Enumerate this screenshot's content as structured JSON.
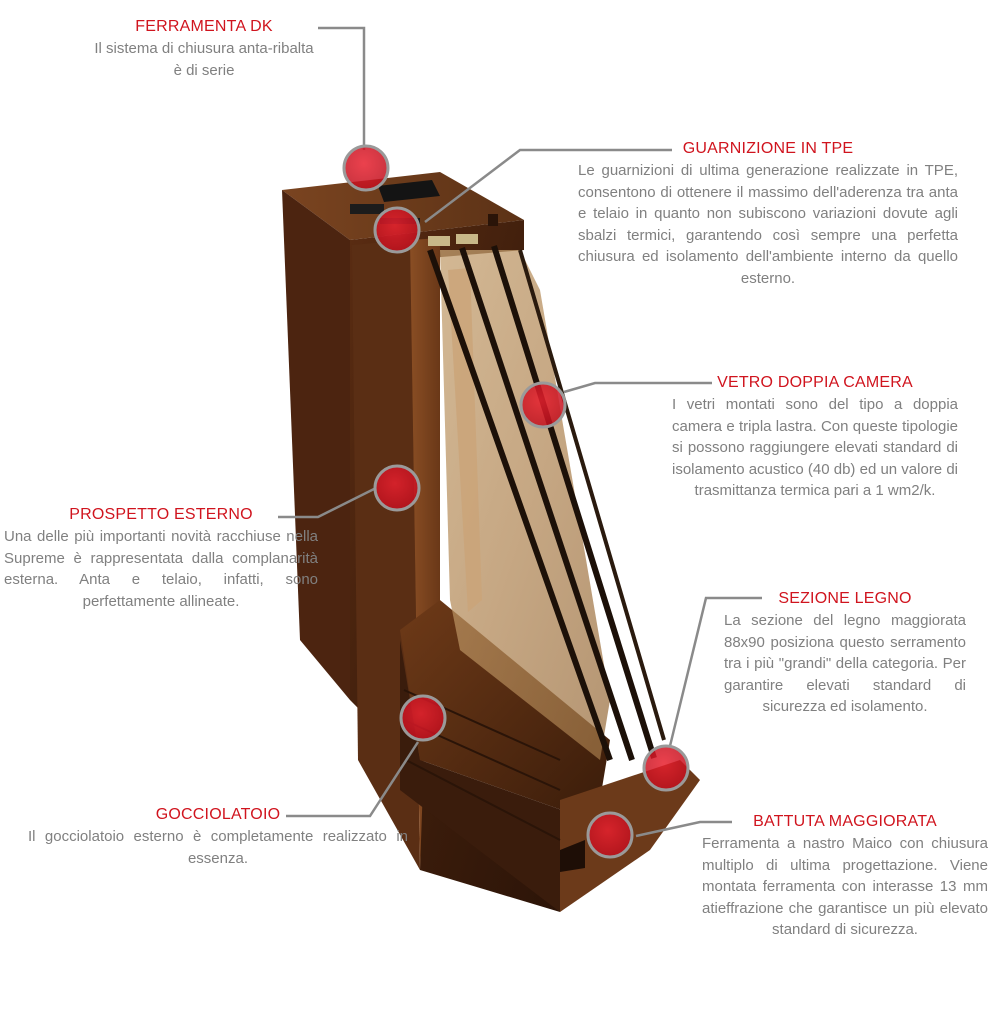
{
  "callouts": {
    "ferramenta_dk": {
      "title": "FERRAMENTA DK",
      "lines": [
        "Il sistema di chiusura anta-ribalta",
        "è di serie"
      ]
    },
    "guarnizione_tpe": {
      "title": "GUARNIZIONE IN TPE",
      "text": "Le guarnizioni di ultima generazione realizzate in TPE, consentono di ottenere il massimo dell'aderenza tra anta e telaio in quanto non subiscono variazioni dovute agli sbalzi termici, garantendo così sempre una perfetta chiusura ed isolamento dell'ambiente interno da quello esterno."
    },
    "vetro_doppia_camera": {
      "title": "VETRO DOPPIA CAMERA",
      "text": "I vetri montati sono del tipo a doppia camera e tripla lastra. Con queste tipologie si possono raggiungere elevati standard di isolamento acustico (40 db) ed un valore di trasmittanza termica pari a 1 wm2/k."
    },
    "prospetto_esterno": {
      "title": "PROSPETTO ESTERNO",
      "text": "Una delle più importanti novità racchiuse nella Supreme è rappresentata dalla complanarità esterna. Anta e telaio, infatti, sono perfettamente allineate."
    },
    "sezione_legno": {
      "title": "SEZIONE LEGNO",
      "text": "La sezione del legno maggiorata 88x90 posiziona questo serramento tra i più \"grandi\" della categoria. Per garantire elevati standard di sicurezza ed isolamento."
    },
    "gocciolatoio": {
      "title": "GOCCIOLATOIO",
      "text": "Il gocciolatoio esterno è completamente realizzato in essenza."
    },
    "battuta_maggiorata": {
      "title": "BATTUTA MAGGIORATA",
      "text": "Ferramenta a nastro Maico con chiusura multiplo di ultima progettazione. Viene montata ferramenta con interasse 13 mm atieffrazione che garantisce un più elevato standard di sicurezza."
    }
  },
  "colors": {
    "title_red": "#d0141e",
    "body_gray": "#808080",
    "leader_gray": "#8a8a8a",
    "marker_fill": "#d8162e",
    "wood_dark": "#4a2410",
    "wood_mid": "#7a4420",
    "wood_light": "#a0622e"
  }
}
